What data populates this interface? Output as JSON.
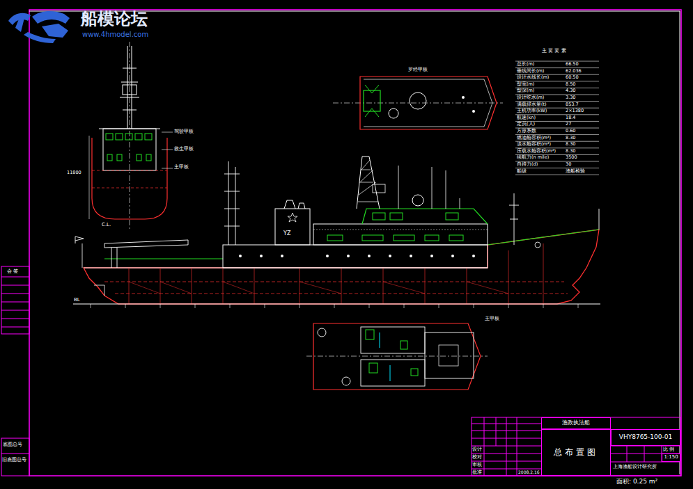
{
  "diagram": {
    "nodes": [
      {
        "text": [
          "渔政执法船"
        ]
      },
      {
        "text": [
          "总布置图"
        ]
      },
      {
        "text": [
          "VHY8765-100-01"
        ]
      },
      {
        "text": [
          "1:150"
        ]
      }
    ],
    "labels": [
      "船模论坛",
      "www.4hmodel.com",
      "主 要 要 素",
      "总长(m)",
      "66.50",
      "垂线间长(m)",
      "62.036",
      "设计水线长(m)",
      "60.50",
      "型宽(m)",
      "8.50",
      "型深(m)",
      "4.30",
      "设计吃水(m)",
      "3.30",
      "满载排水量(t)",
      "853.7",
      "主机功率(kW)",
      "2×1380",
      "航速(kn)",
      "18.4",
      "定员(人)",
      "27",
      "方形系数",
      "0.60",
      "燃油舱容积(m³)",
      "8.30",
      "淡水舱容积(m³)",
      "8.30",
      "压载水舱容积(m³)",
      "8.30",
      "续航力(n mile)",
      "3500",
      "自持力(d)",
      "30",
      "船级",
      "渔船检验",
      "YZ",
      "C.L.",
      "BL",
      "驾驶甲板",
      "救生甲板",
      "主甲板",
      "11800",
      "罗经甲板",
      "主甲板",
      "设计",
      "校对",
      "审核",
      "批准",
      "2008.2.16",
      "比 例",
      "上海渔船设计研究所",
      "面积: 0.25 m²",
      "会 签",
      "底图总号",
      "旧底图总号"
    ]
  }
}
